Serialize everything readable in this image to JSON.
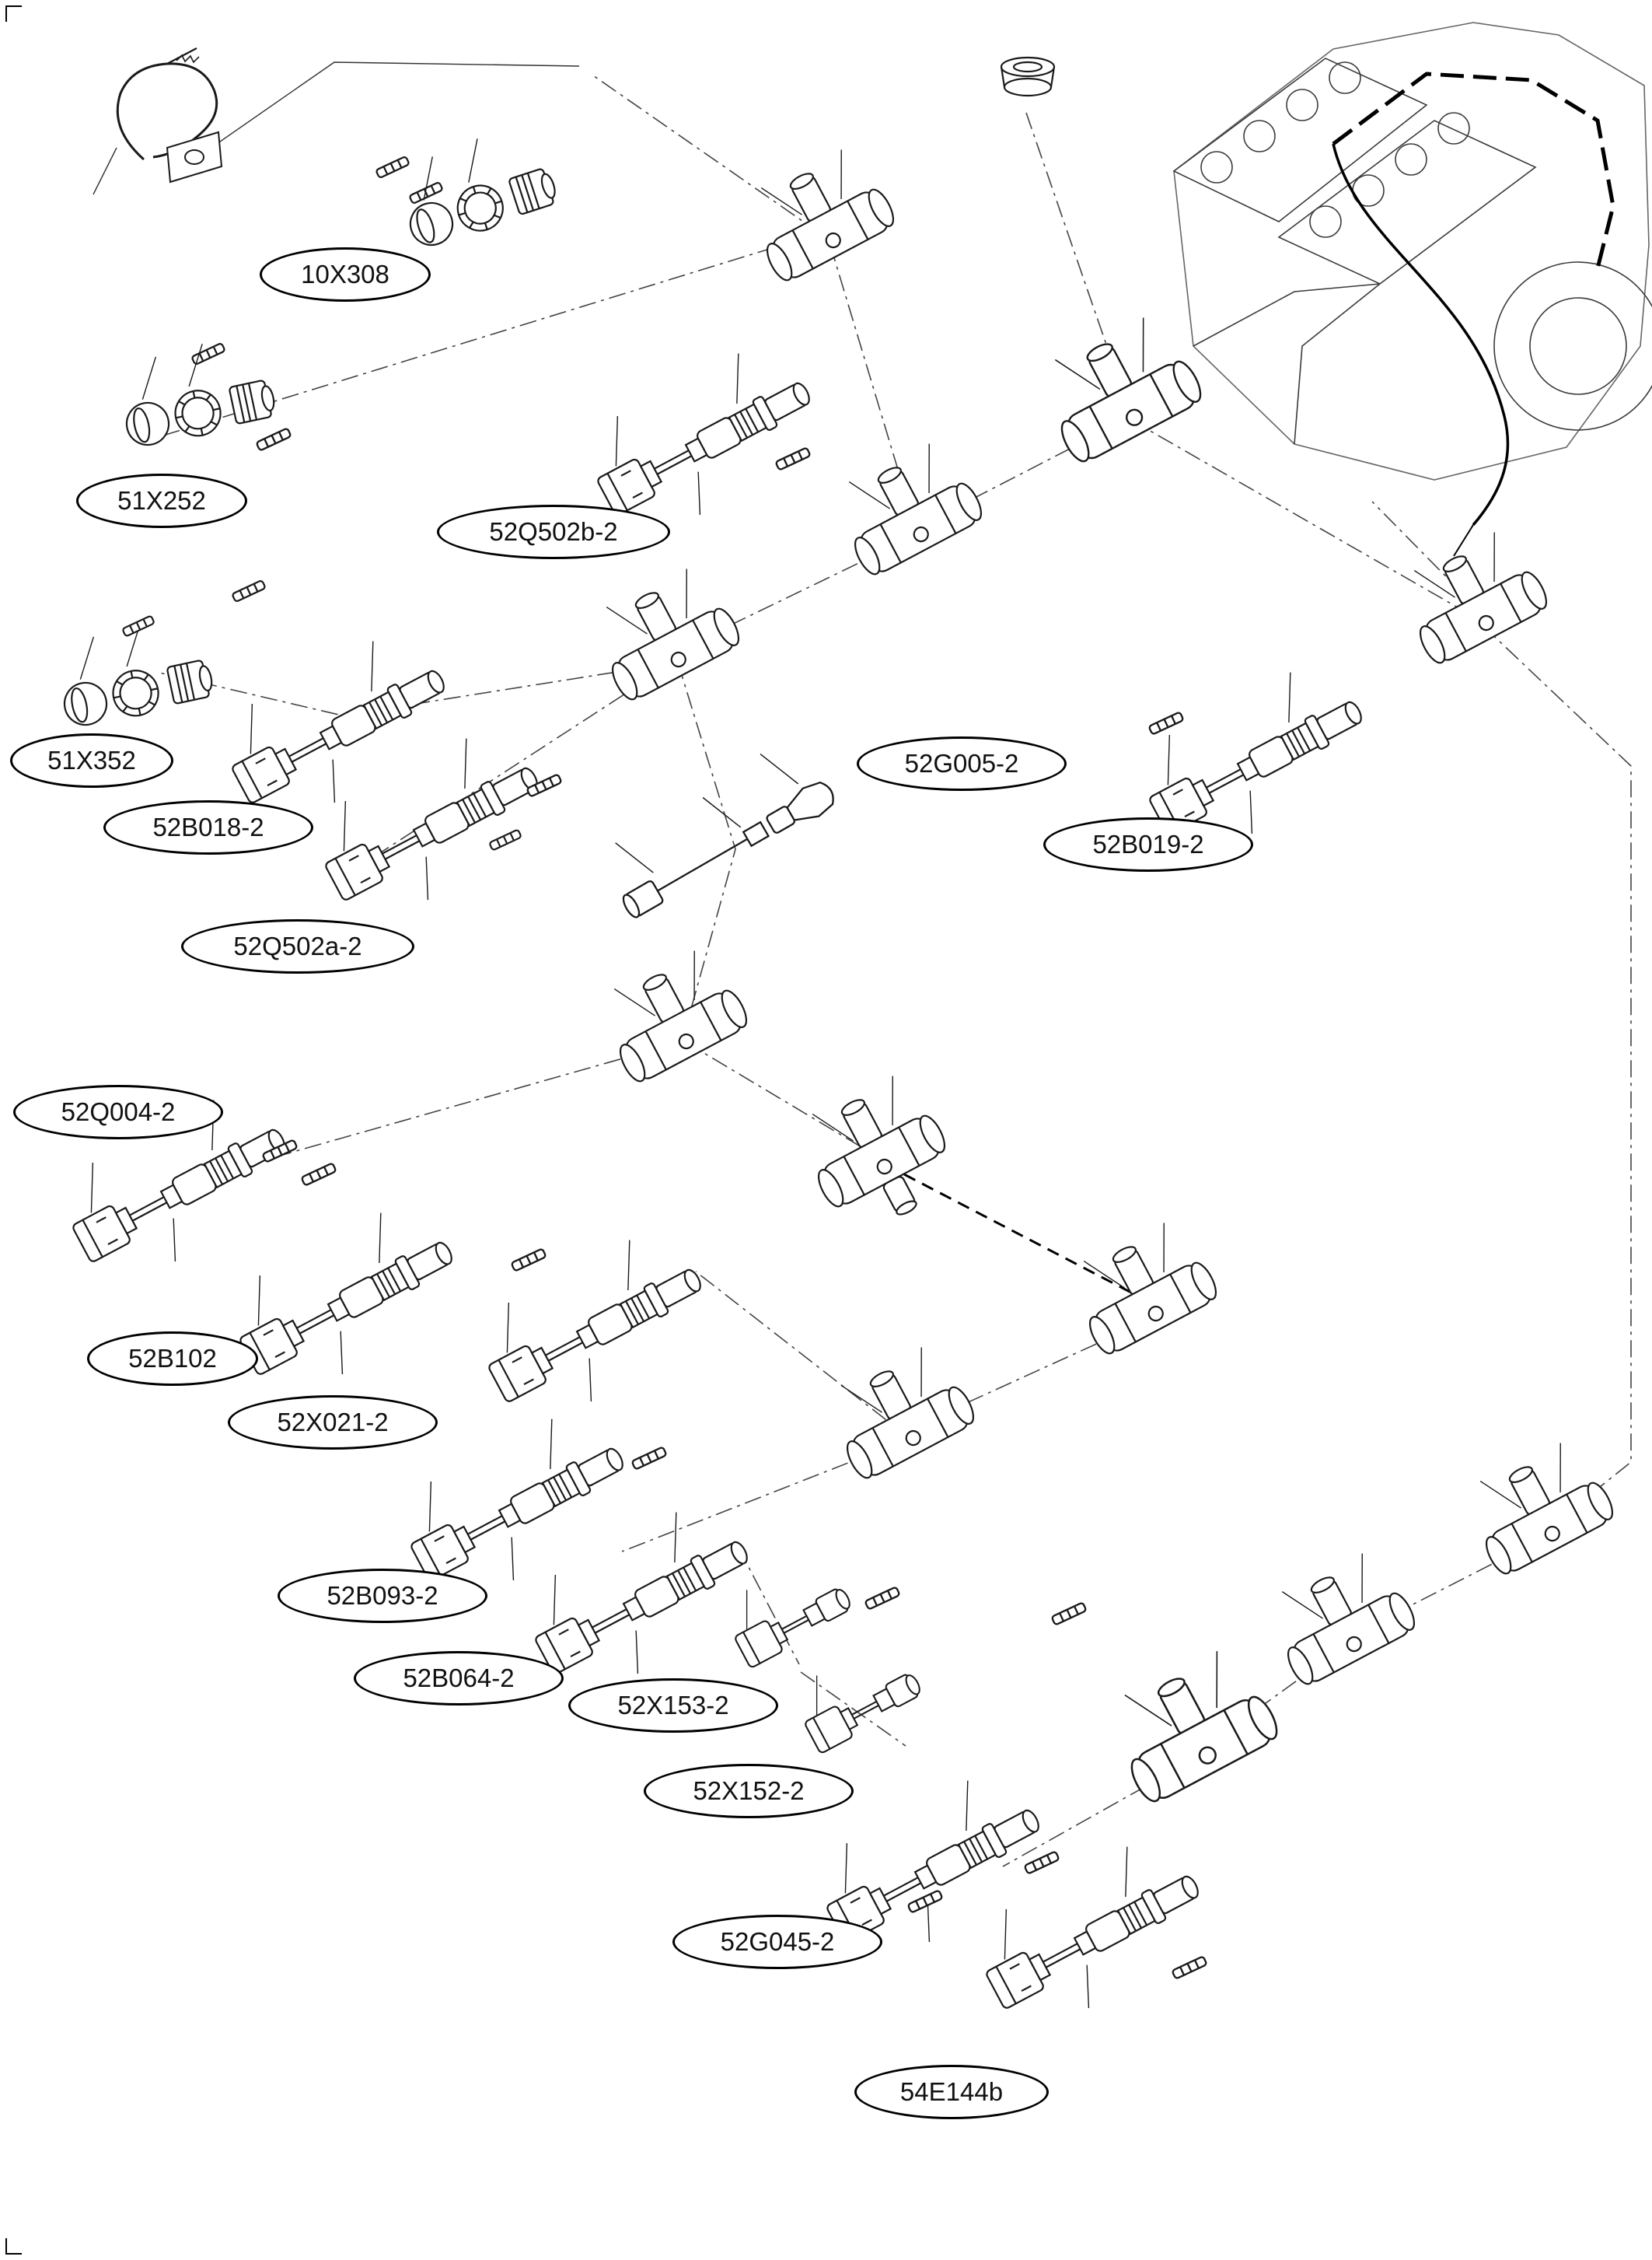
{
  "diagram": {
    "type": "exploded-parts-diagram",
    "labels": [
      {
        "text": "10X308"
      },
      {
        "text": "51X252"
      },
      {
        "text": "52Q502b-2"
      },
      {
        "text": "51X352"
      },
      {
        "text": "52B018-2"
      },
      {
        "text": "52G005-2"
      },
      {
        "text": "52B019-2"
      },
      {
        "text": "52Q502a-2"
      },
      {
        "text": "52Q004-2"
      },
      {
        "text": "52B102"
      },
      {
        "text": "52X021-2"
      },
      {
        "text": "52B093-2"
      },
      {
        "text": "52B064-2"
      },
      {
        "text": "52X153-2"
      },
      {
        "text": "52X152-2"
      },
      {
        "text": "52G045-2"
      },
      {
        "text": "54E144b"
      }
    ],
    "colors": {
      "line": "#1a1a1a",
      "leader": "#444444",
      "label_border": "#000000",
      "background": "#ffffff"
    }
  }
}
